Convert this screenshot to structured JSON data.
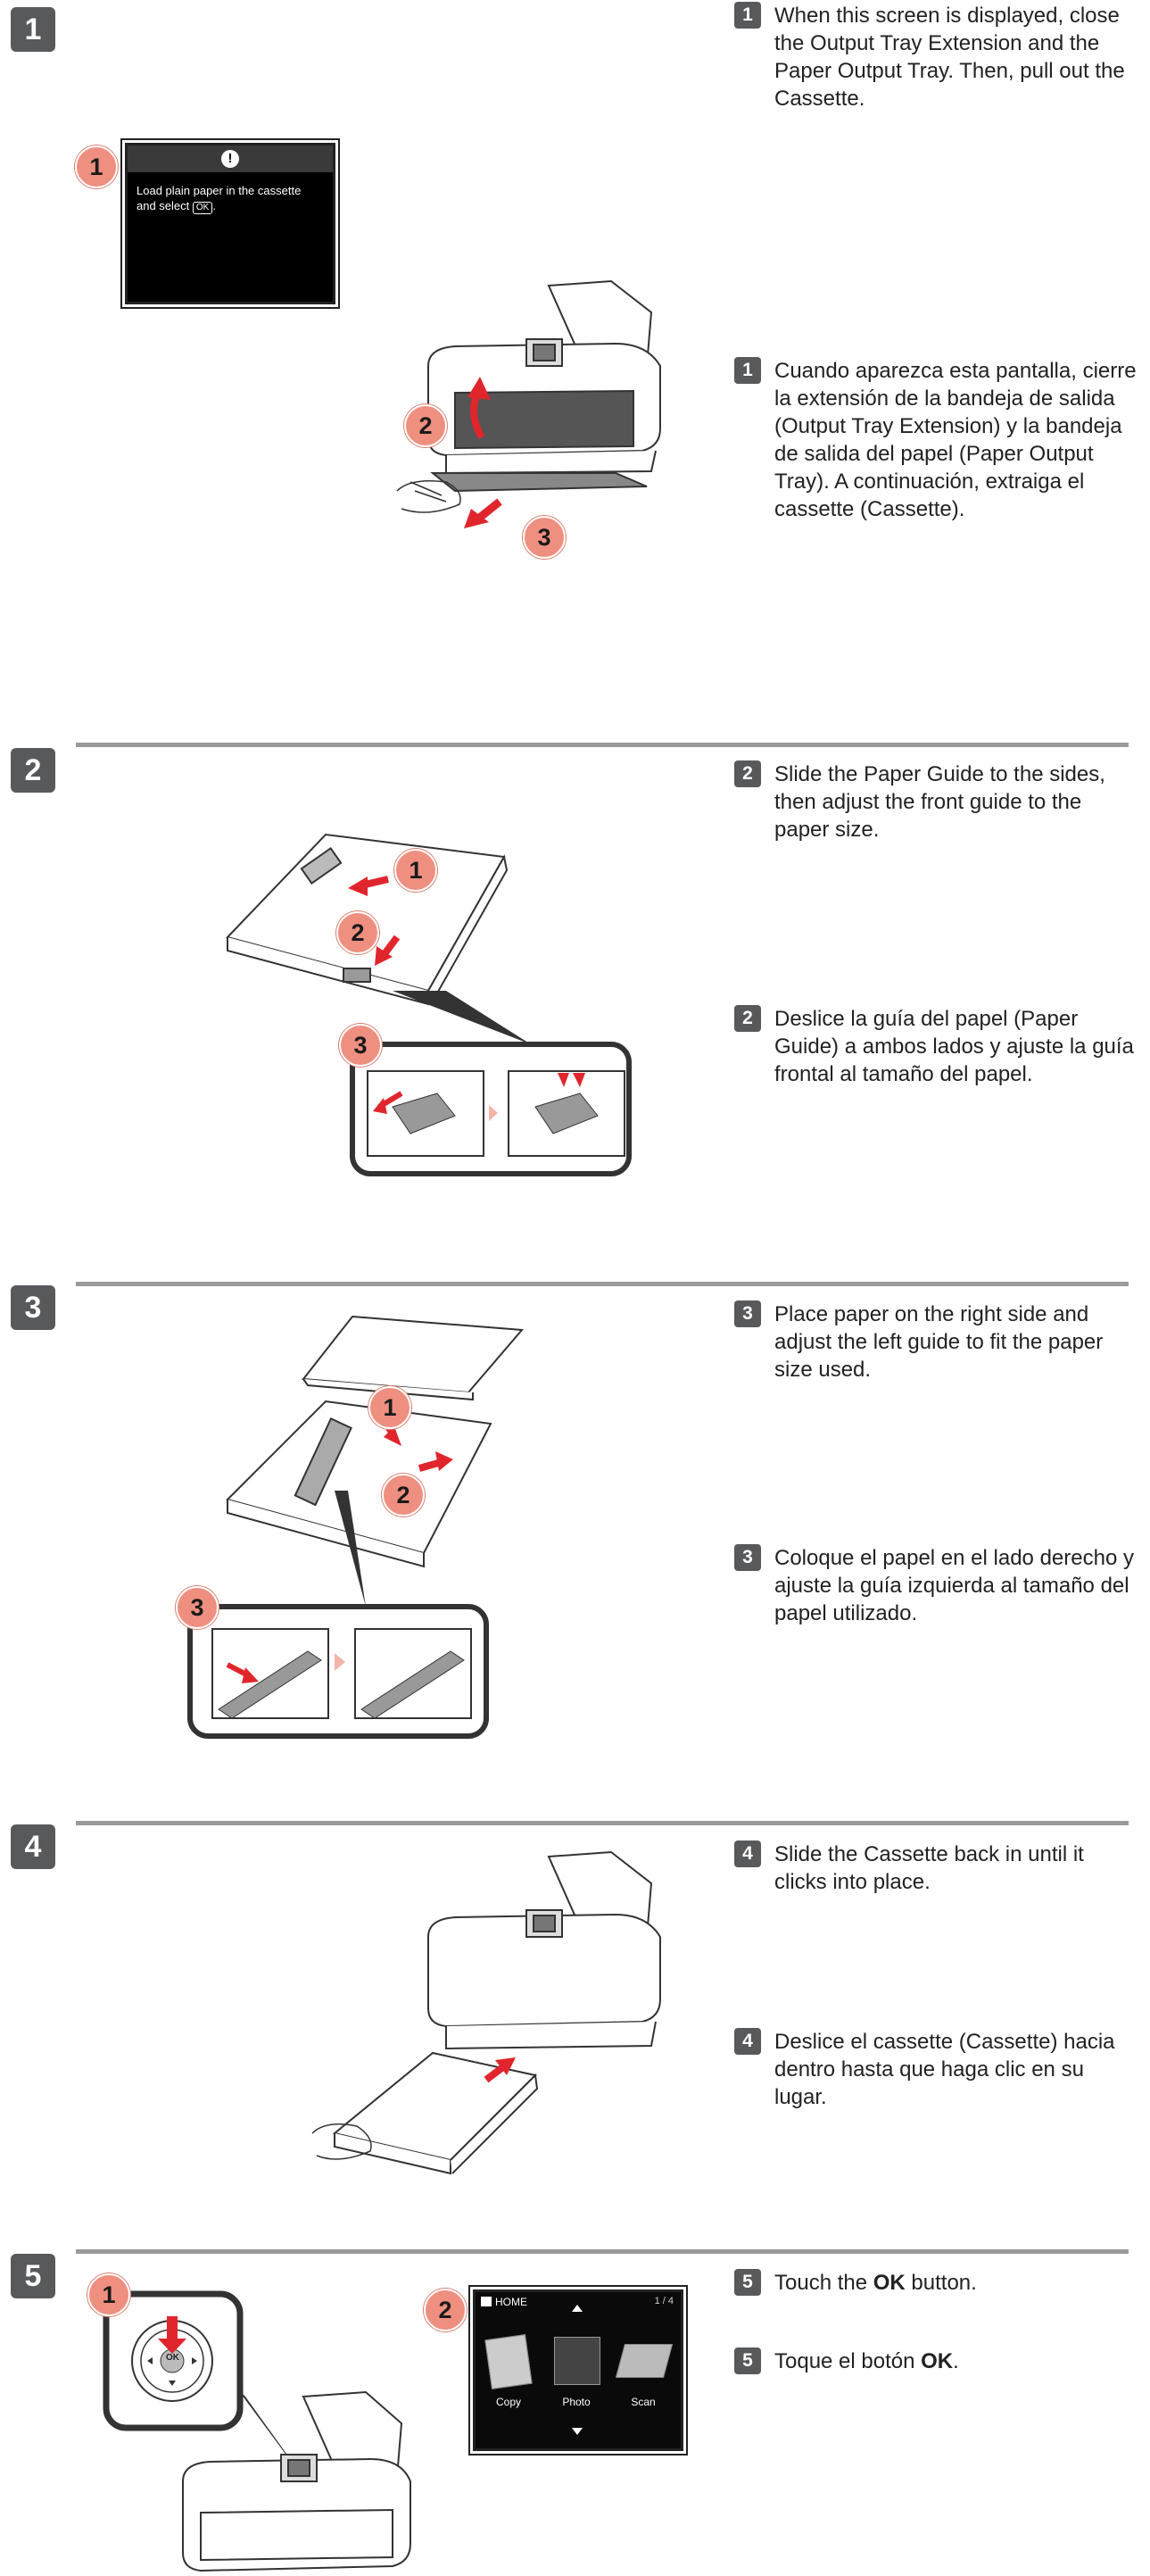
{
  "steps": [
    {
      "number": "1",
      "en": "When this screen is displayed, close the Output Tray Extension and the Paper Output Tray. Then, pull out the Cassette.",
      "es": "Cuando aparezca esta pantalla, cierre la extensión de la bandeja de salida (Output Tray Extension) y la bandeja de salida del papel (Paper Output Tray). A continuación, extraiga el cassette (Cassette).",
      "callouts": [
        "1",
        "2",
        "3"
      ]
    },
    {
      "number": "2",
      "en": "Slide the Paper Guide to the sides, then adjust the front guide to the paper size.",
      "es": "Deslice la guía del papel (Paper Guide) a ambos lados y ajuste la guía frontal al tamaño del papel.",
      "callouts": [
        "1",
        "2",
        "3"
      ]
    },
    {
      "number": "3",
      "en": "Place paper on the right side and adjust the left guide to fit the paper size used.",
      "es": "Coloque el papel en el lado derecho y ajuste la guía izquierda al tamaño del papel utilizado.",
      "callouts": [
        "1",
        "2",
        "3"
      ]
    },
    {
      "number": "4",
      "en": "Slide the Cassette back in until it clicks into place.",
      "es": "Deslice el cassette (Cassette) hacia dentro hasta que haga clic en su lugar."
    },
    {
      "number": "5",
      "en_prefix": "Touch the ",
      "en_bold": "OK",
      "en_suffix": " button.",
      "es_prefix": "Toque el botón ",
      "es_bold": "OK",
      "es_suffix": ".",
      "callouts": [
        "1",
        "2"
      ]
    }
  ],
  "load_screen": {
    "message_line1": "Load plain paper in the cassette",
    "message_line2_prefix": "and select",
    "ok_label": "OK",
    "message_line2_suffix": "."
  },
  "home_screen": {
    "title": "HOME",
    "page": "1 / 4",
    "items": [
      "Copy",
      "Photo",
      "Scan"
    ]
  },
  "ok_button_label": "OK",
  "colors": {
    "badge": "#58595b",
    "callout": "#ef8f80",
    "arrow": "#e0262c",
    "rule": "#9a9a9a"
  },
  "icons": [
    "info-icon",
    "home-icon",
    "up-arrow-icon",
    "down-arrow-icon"
  ]
}
